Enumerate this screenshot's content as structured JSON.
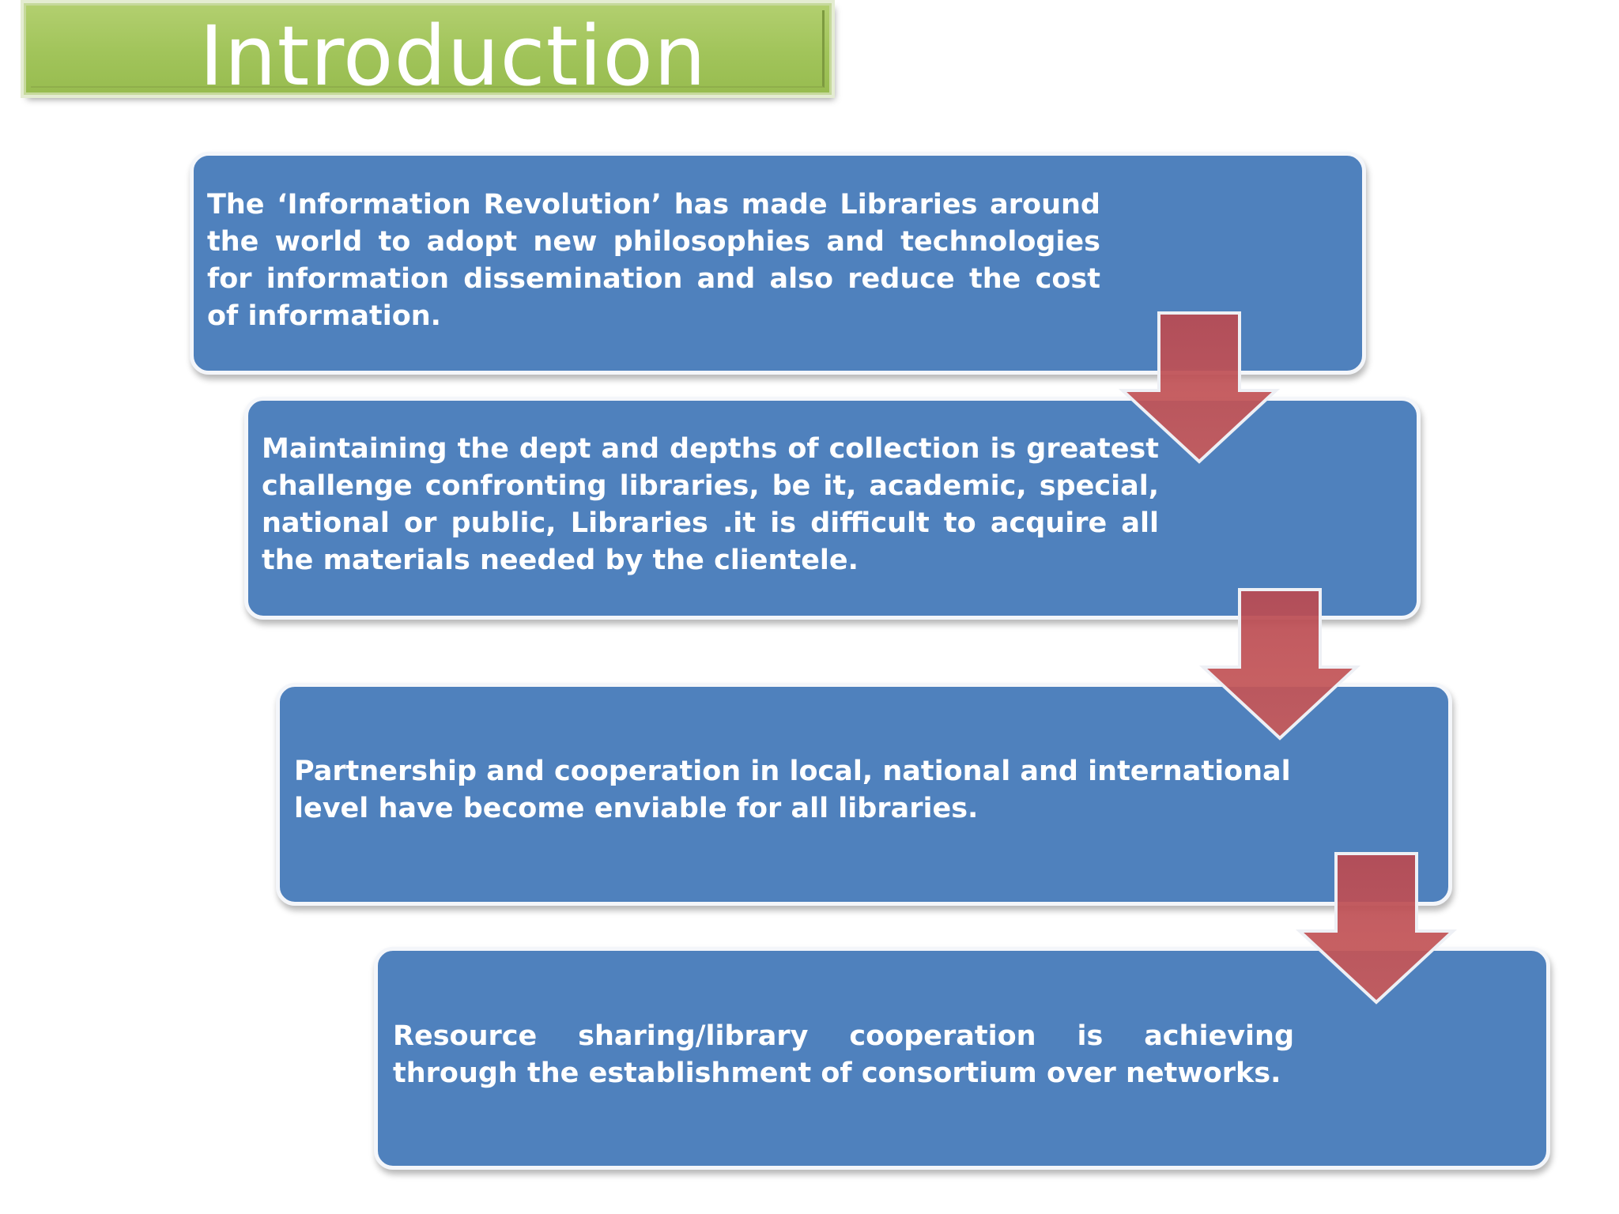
{
  "slide": {
    "title": "Introduction"
  },
  "flow": {
    "steps": [
      {
        "text": "The ‘Information Revolution’ has made Libraries around the world to adopt new philosophies and technologies for information dissemination and also reduce the cost of information."
      },
      {
        "text": "Maintaining the dept and depths of collection is greatest challenge confronting libraries, be it, academic, special, national or public, Libraries .it is difficult to acquire all the materials needed by the clientele."
      },
      {
        "text": "Partnership and cooperation in local, national and international level have become enviable for all libraries."
      },
      {
        "text": "Resource sharing/library cooperation is achieving through the establishment of consortium over networks."
      }
    ],
    "arrow_count": 3
  },
  "colors": {
    "title_banner": "#a1c45a",
    "box_fill": "#4f81bd",
    "box_border": "#f4f6fa",
    "arrow_fill": "#c0504d",
    "text": "#ffffff"
  }
}
